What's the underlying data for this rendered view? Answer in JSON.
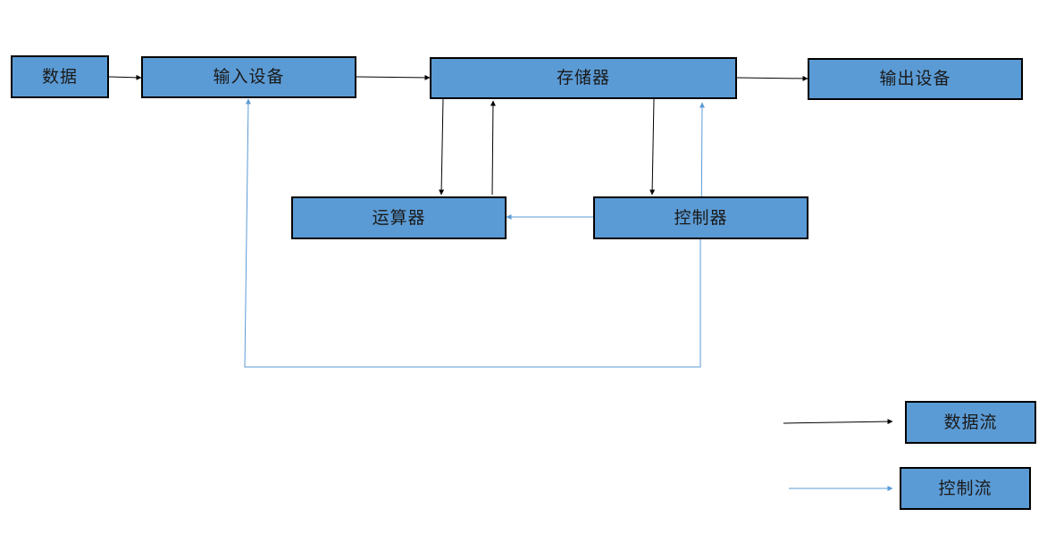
{
  "colors": {
    "node_fill": "#5b9bd5",
    "node_border": "#000000",
    "data_flow": "#000000",
    "control_flow": "#5b9bd5"
  },
  "nodes": {
    "data": "数据",
    "input_device": "输入设备",
    "memory": "存储器",
    "output_device": "输出设备",
    "alu": "运算器",
    "controller": "控制器"
  },
  "legend": {
    "data_flow": "数据流",
    "control_flow": "控制流"
  },
  "edges": [
    {
      "from": "data",
      "to": "input_device",
      "kind": "data_flow"
    },
    {
      "from": "input_device",
      "to": "memory",
      "kind": "data_flow"
    },
    {
      "from": "memory",
      "to": "output_device",
      "kind": "data_flow"
    },
    {
      "from": "memory",
      "to": "alu",
      "kind": "data_flow"
    },
    {
      "from": "alu",
      "to": "memory",
      "kind": "data_flow"
    },
    {
      "from": "memory",
      "to": "controller",
      "kind": "data_flow"
    },
    {
      "from": "controller",
      "to": "alu",
      "kind": "control_flow"
    },
    {
      "from": "controller",
      "to": "input_device",
      "kind": "control_flow"
    },
    {
      "from": "controller",
      "to": "memory",
      "kind": "control_flow"
    }
  ]
}
